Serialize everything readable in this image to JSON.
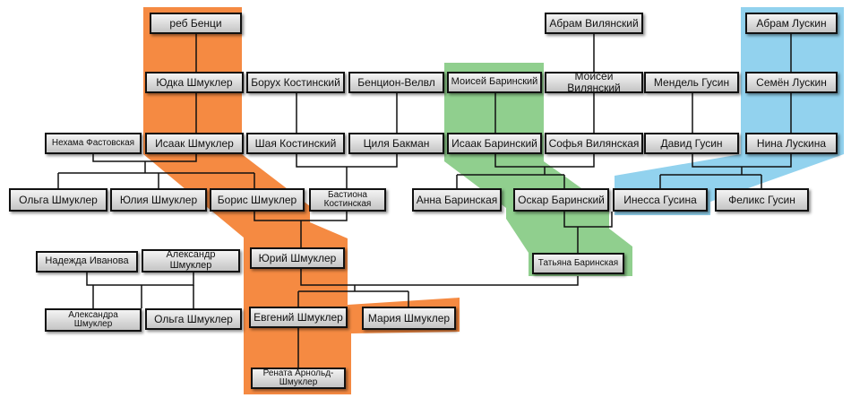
{
  "colors": {
    "orange": "#f58a42",
    "green": "#90cf8e",
    "blue": "#92d2ee",
    "line": "#111111"
  },
  "people": {
    "reb_bentsi": "реб Бенци",
    "yudka": "Юдка Шмуклер",
    "borukh": "Борух Костинский",
    "bention": "Бенцион-Велвл",
    "moisei_b": "Моисей Баринский",
    "abram_v": "Абрам Вилянский",
    "moisei_v": "Моисей Вилянский",
    "mendel": "Мендель Гусин",
    "abram_l": "Абрам Лускин",
    "semyon": "Семён Лускин",
    "nekhama": "Нехама Фастовская",
    "isaak_sh": "Исаак Шмуклер",
    "shaya": "Шая Костинский",
    "tsilya": "Циля Бакман",
    "isaak_b": "Исаак Баринский",
    "sofya": "Софья Вилянская",
    "david": "Давид Гусин",
    "nina": "Нина Лускина",
    "olga1": "Ольга Шмуклер",
    "yulia": "Юлия Шмуклер",
    "boris": "Борис Шмуклер",
    "bastiona": "Бастиона Костинская",
    "anna": "Анна Баринская",
    "oskar": "Оскар Баринский",
    "inessa": "Инесса Гусина",
    "feliks": "Феликс Гусин",
    "nadezhda": "Надежда Иванова",
    "aleksandr": "Александр Шмуклер",
    "yuri": "Юрий Шмуклер",
    "tatyana": "Татьяна Баринская",
    "aleksandra": "Александра Шмуклер",
    "olga2": "Ольга Шмуклер",
    "evgeni": "Евгений Шмуклер",
    "maria": "Мария Шмуклер",
    "renata": "Рената Арнольд-Шмуклер"
  }
}
